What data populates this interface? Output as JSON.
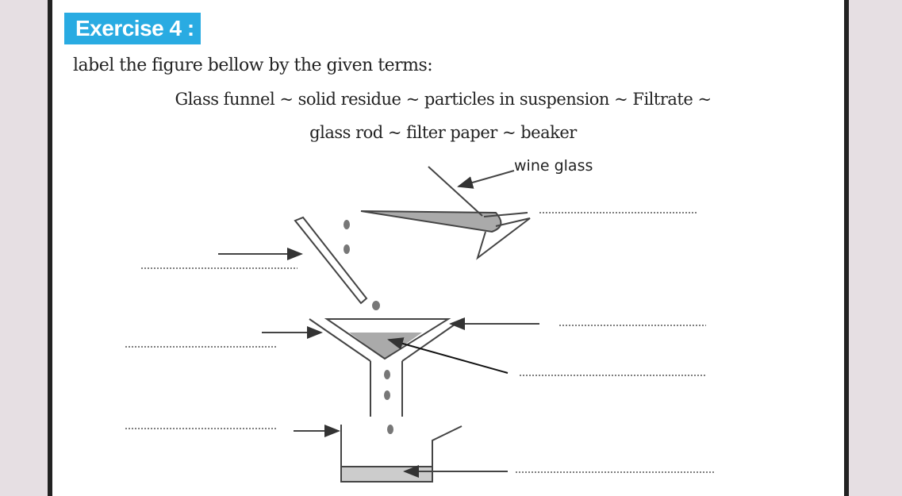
{
  "exercise_title": "Exercise 4 :",
  "instruction": "label the figure bellow by the given terms:",
  "terms_line1": "Glass funnel ~ solid residue ~ particles in suspension ~ Filtrate ~",
  "terms_line2": "glass rod  ~  filter paper ~ beaker",
  "figure_label": "wine glass",
  "colors": {
    "title_bg": "#29abe2",
    "frame": "#222222",
    "outside": "#e6dfe3"
  }
}
